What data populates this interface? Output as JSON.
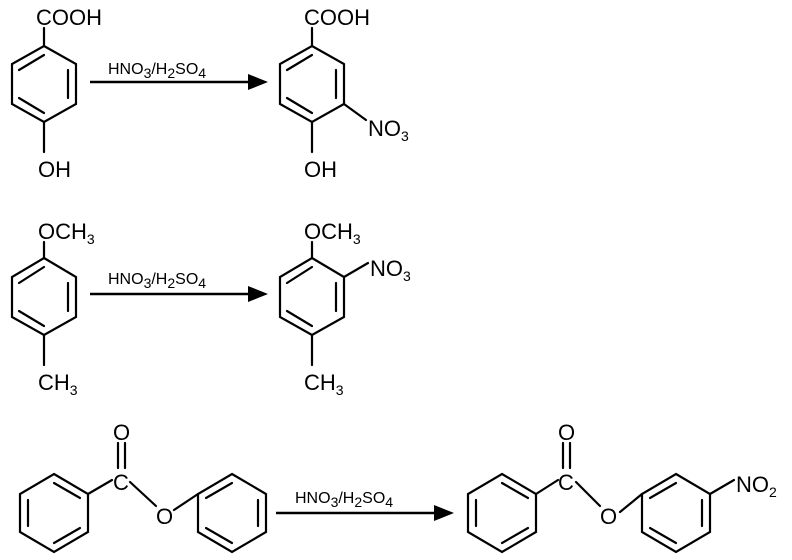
{
  "reactions": [
    {
      "reactant": {
        "top": "COOH",
        "bottom": "OH"
      },
      "conditions": {
        "reagent1": "HNO",
        "sub1": "3",
        "sep": "/H",
        "sub2": "2",
        "reagent2": "SO",
        "sub3": "4"
      },
      "product": {
        "top": "COOH",
        "substituent": "NO",
        "substituent_sub": "3",
        "bottom": "OH"
      }
    },
    {
      "reactant": {
        "top": "OCH",
        "top_sub": "3",
        "bottom": "CH",
        "bottom_sub": "3"
      },
      "conditions": {
        "reagent1": "HNO",
        "sub1": "3",
        "sep": "/H",
        "sub2": "2",
        "reagent2": "SO",
        "sub3": "4"
      },
      "product": {
        "top": "OCH",
        "top_sub": "3",
        "substituent": "NO",
        "substituent_sub": "3",
        "bottom": "CH",
        "bottom_sub": "3"
      }
    },
    {
      "reactant": {
        "carbonyl_o": "O",
        "carbonyl_c": "C",
        "ester_o": "O"
      },
      "conditions": {
        "reagent1": "HNO",
        "sub1": "3",
        "sep": "/H",
        "sub2": "2",
        "reagent2": "SO",
        "sub3": "4"
      },
      "product": {
        "carbonyl_o": "O",
        "carbonyl_c": "C",
        "ester_o": "O",
        "substituent": "NO",
        "substituent_sub": "2"
      }
    }
  ]
}
